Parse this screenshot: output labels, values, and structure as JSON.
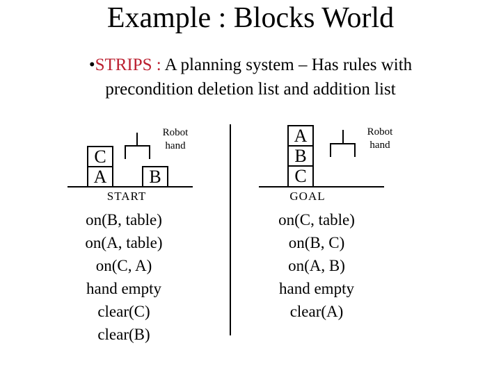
{
  "slide": {
    "title": "Example : Blocks World",
    "bullet_marker": "•",
    "bullet_highlight": "STRIPS :",
    "bullet_text_after": " A planning system – Has rules with",
    "bullet_line2": "precondition deletion list and addition list"
  },
  "colors": {
    "highlight_red": "#bb2030",
    "text": "#000000",
    "background": "#ffffff"
  },
  "start_panel": {
    "caption": "START",
    "robot_hand_label": {
      "line1": "Robot",
      "line2": "hand"
    },
    "stack_blocks": [
      "C",
      "A"
    ],
    "floor_block": "B",
    "facts": [
      "on(B, table)",
      "on(A, table)",
      "on(C, A)",
      "hand empty",
      "clear(C)",
      "clear(B)"
    ]
  },
  "goal_panel": {
    "caption": "GOAL",
    "robot_hand_label": {
      "line1": "Robot",
      "line2": "hand"
    },
    "stack_blocks": [
      "A",
      "B",
      "C"
    ],
    "facts": [
      "on(C, table)",
      "on(B, C)",
      "on(A, B)",
      "hand empty",
      "clear(A)"
    ]
  }
}
